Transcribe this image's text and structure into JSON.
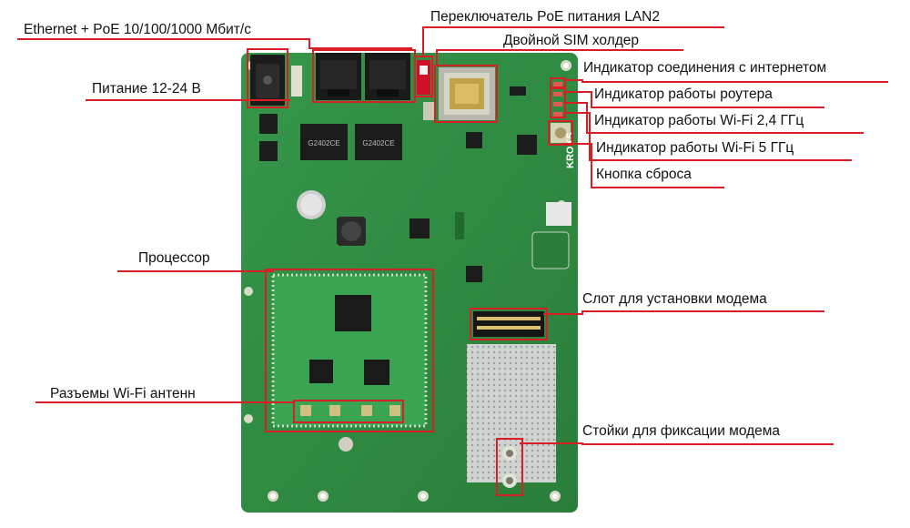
{
  "labels": {
    "ethernet": "Ethernet + PoE 10/100/1000 Мбит/с",
    "poe_switch": "Переключатель PoE питания LAN2",
    "sim_holder": "Двойной SIM холдер",
    "internet_led": "Индикатор соединения с интернетом",
    "router_led": "Индикатор работы роутера",
    "wifi24_led": "Индикатор работы Wi-Fi 2,4 ГГц",
    "wifi5_led": "Индикатор работы Wi-Fi 5 ГГц",
    "reset_button": "Кнопка сброса",
    "power": "Питание 12-24 В",
    "processor": "Процессор",
    "modem_slot": "Слот для установки модема",
    "wifi_connectors": "Разъемы Wi-Fi антенн",
    "modem_standoffs": "Стойки для фиксации модема"
  },
  "board": {
    "brand": "KROKS",
    "pcb_color": "#2f8a3f",
    "pcb_dark": "#1f6a2c",
    "callout_color": "#d81f26",
    "chip_text": "G2402CE"
  }
}
